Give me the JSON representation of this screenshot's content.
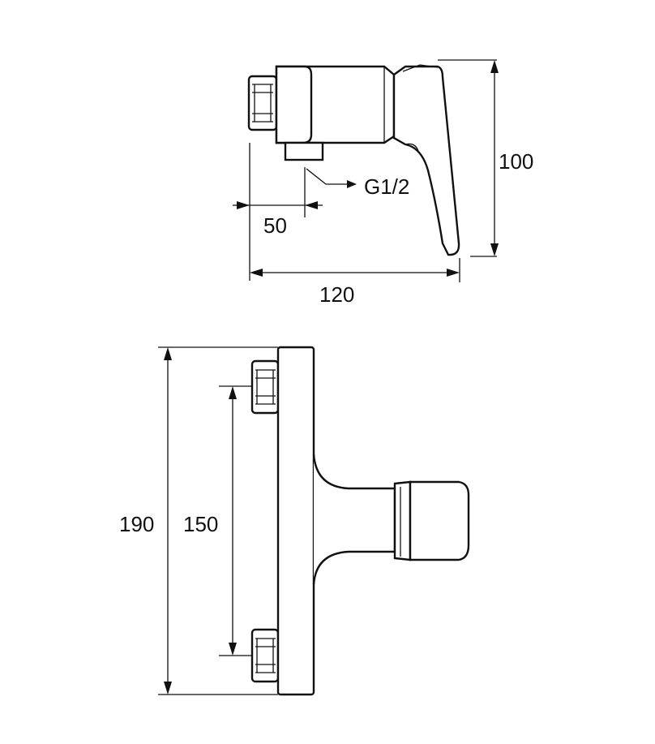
{
  "side_view": {
    "dim_height": "100",
    "dim_outlet_offset": "50",
    "dim_depth": "120",
    "thread_label": "G1/2"
  },
  "front_view": {
    "dim_total_height": "190",
    "dim_inlet_spacing": "150"
  },
  "colors": {
    "line": "#111111",
    "background": "#ffffff"
  }
}
